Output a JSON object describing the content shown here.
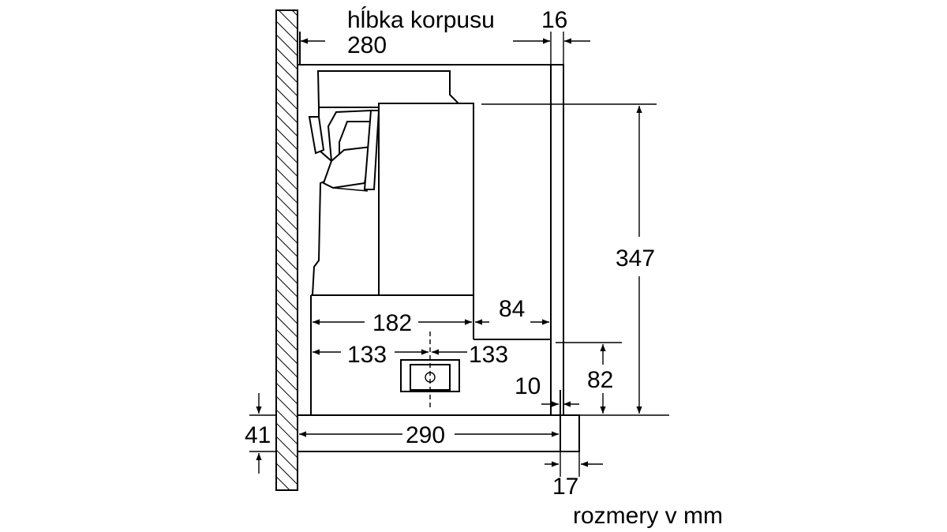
{
  "labels": {
    "depth_title": "hĺbka korpusu",
    "depth_value": "280",
    "front_thickness": "16",
    "height_total": "347",
    "width_182": "182",
    "width_84": "84",
    "offset_133_left": "133",
    "offset_133_right": "133",
    "height_82": "82",
    "gap_10": "10",
    "width_290": "290",
    "height_41": "41",
    "front_17": "17",
    "units_note": "rozmery v mm"
  }
}
